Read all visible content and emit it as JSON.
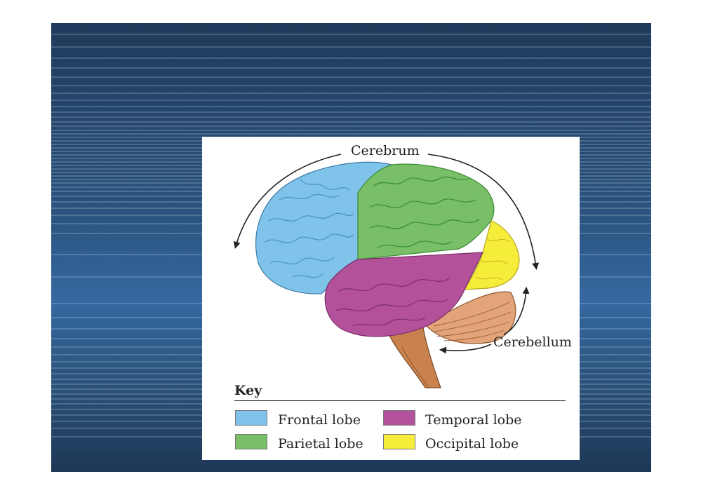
{
  "diagram": {
    "labels": {
      "cerebrum": "Cerebrum",
      "cerebellum": "Cerebellum"
    },
    "key": {
      "title": "Key",
      "items": [
        {
          "label": "Frontal lobe",
          "color": "#7fc3ea"
        },
        {
          "label": "Temporal lobe",
          "color": "#b3529a"
        },
        {
          "label": "Parietal lobe",
          "color": "#79bf68"
        },
        {
          "label": "Occipital lobe",
          "color": "#f6ec3a"
        }
      ]
    }
  }
}
